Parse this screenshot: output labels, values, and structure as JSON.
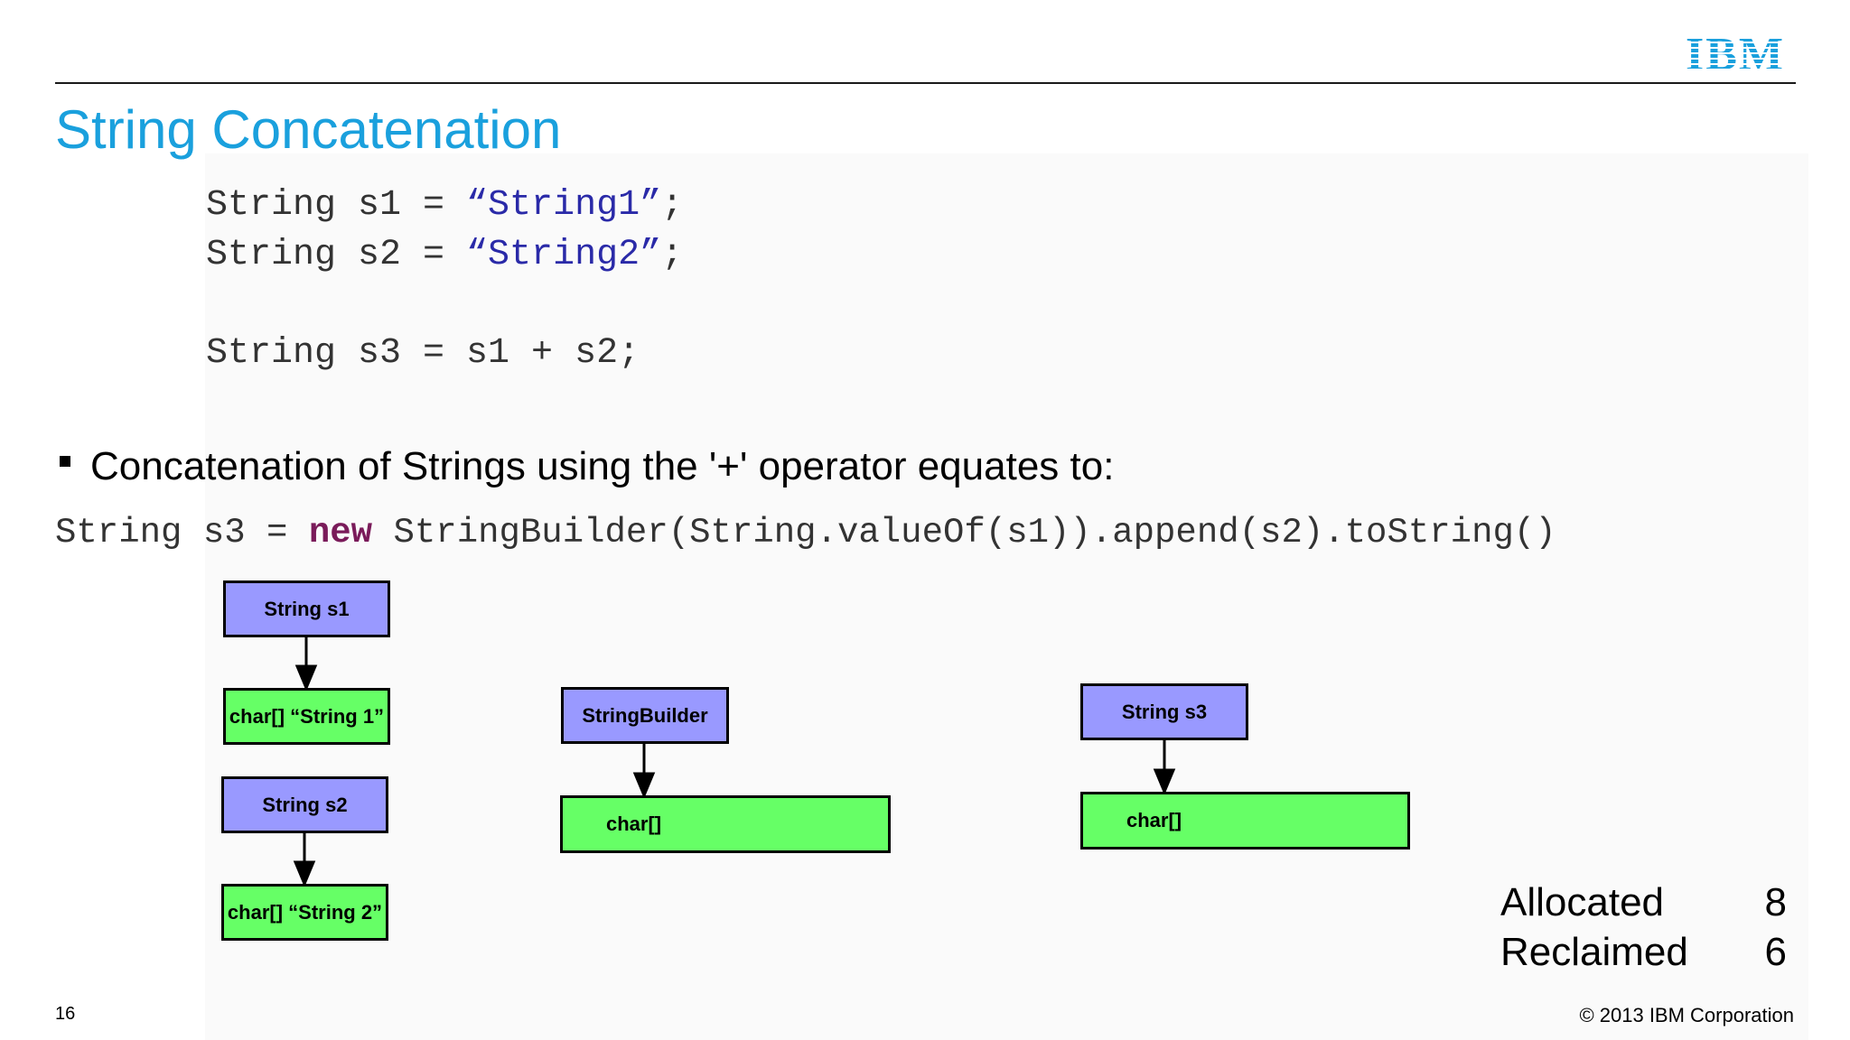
{
  "header": {
    "logo_text": "IBM",
    "title": "String Concatenation",
    "accent_color": "#1aa0dd"
  },
  "code_block": {
    "line1_prefix": "String s1 = ",
    "line1_string": "“String1”",
    "line1_suffix": ";",
    "line2_prefix": "String s2 = ",
    "line2_string": "“String2”",
    "line2_suffix": ";",
    "line3": "String s3 = s1 + s2;"
  },
  "bullet": {
    "text": "Concatenation of Strings using the '+' operator equates to:"
  },
  "equivalent_code": {
    "prefix": "String s3 = ",
    "keyword": "new",
    "rest": " StringBuilder(String.valueOf(s1)).append(s2).toString()"
  },
  "diagram": {
    "string_s1": "String s1",
    "char_s1": "char[] “String 1”",
    "string_s2": "String s2",
    "char_s2": "char[] “String 2”",
    "stringbuilder": "StringBuilder",
    "char_sb": "char[]",
    "string_s3": "String s3",
    "char_s3": "char[]",
    "colors": {
      "object": "#9999ff",
      "array": "#66ff66"
    }
  },
  "stats": {
    "allocated_label": "Allocated",
    "allocated_value": "8",
    "reclaimed_label": "Reclaimed",
    "reclaimed_value": "6"
  },
  "footer": {
    "page_number": "16",
    "copyright": "© 2013 IBM Corporation"
  }
}
